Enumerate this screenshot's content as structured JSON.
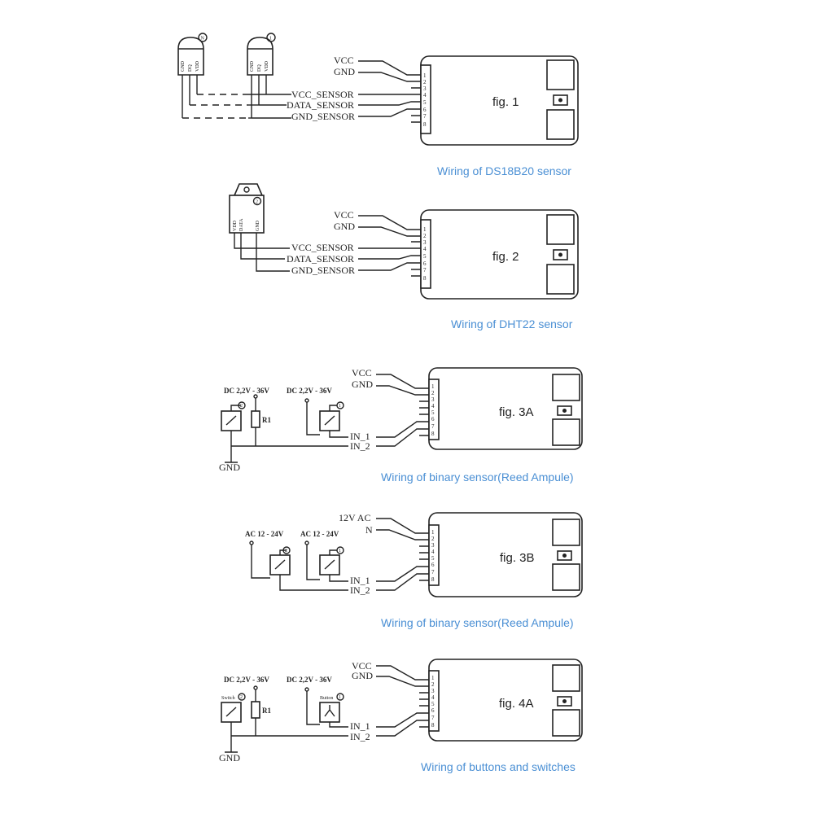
{
  "figures": {
    "fig1": {
      "label": "fig. 1",
      "caption": "Wiring of DS18B20 sensor",
      "wires": [
        "VCC",
        "GND",
        "VCC_SENSOR",
        "DATA_SENSOR",
        "GND_SENSOR"
      ],
      "sensor_a_pins": [
        "GND",
        "DQ",
        "VDD"
      ],
      "sensor_b_pins": [
        "GND",
        "DQ",
        "VDD"
      ],
      "sensor_a_mark": "N",
      "sensor_b_mark": "1"
    },
    "fig2": {
      "label": "fig. 2",
      "caption": "Wiring of DHT22 sensor",
      "wires": [
        "VCC",
        "GND",
        "VCC_SENSOR",
        "DATA_SENSOR",
        "GND_SENSOR"
      ],
      "sensor_pins": [
        "VDD",
        "DATA",
        "GND"
      ],
      "sensor_mark": "2"
    },
    "fig3a": {
      "label": "fig. 3A",
      "caption": "Wiring of binary sensor(Reed Ampule)",
      "wires": [
        "VCC",
        "GND",
        "IN_1",
        "IN_2"
      ],
      "supply_left": "DC 2,2V - 36V",
      "supply_right": "DC 2,2V - 36V",
      "resistor": "R1",
      "ground": "GND",
      "mark_left": "2",
      "mark_right": "1"
    },
    "fig3b": {
      "label": "fig. 3B",
      "caption": "Wiring of binary sensor(Reed Ampule)",
      "wires": [
        "12V AC",
        "N",
        "IN_1",
        "IN_2"
      ],
      "supply_left": "AC 12 - 24V",
      "supply_right": "AC 12 - 24V",
      "mark_left": "2",
      "mark_right": "1"
    },
    "fig4a": {
      "label": "fig. 4A",
      "caption": "Wiring of buttons and switches",
      "wires": [
        "VCC",
        "GND",
        "IN_1",
        "IN_2"
      ],
      "supply_left": "DC 2,2V - 36V",
      "supply_right": "DC 2,2V - 36V",
      "resistor": "R1",
      "ground": "GND",
      "switch_label": "Switch",
      "button_label": "Button",
      "mark_left": "2",
      "mark_right": "1"
    }
  },
  "pin_numbers": [
    "1",
    "2",
    "3",
    "4",
    "5",
    "6",
    "7",
    "8"
  ]
}
